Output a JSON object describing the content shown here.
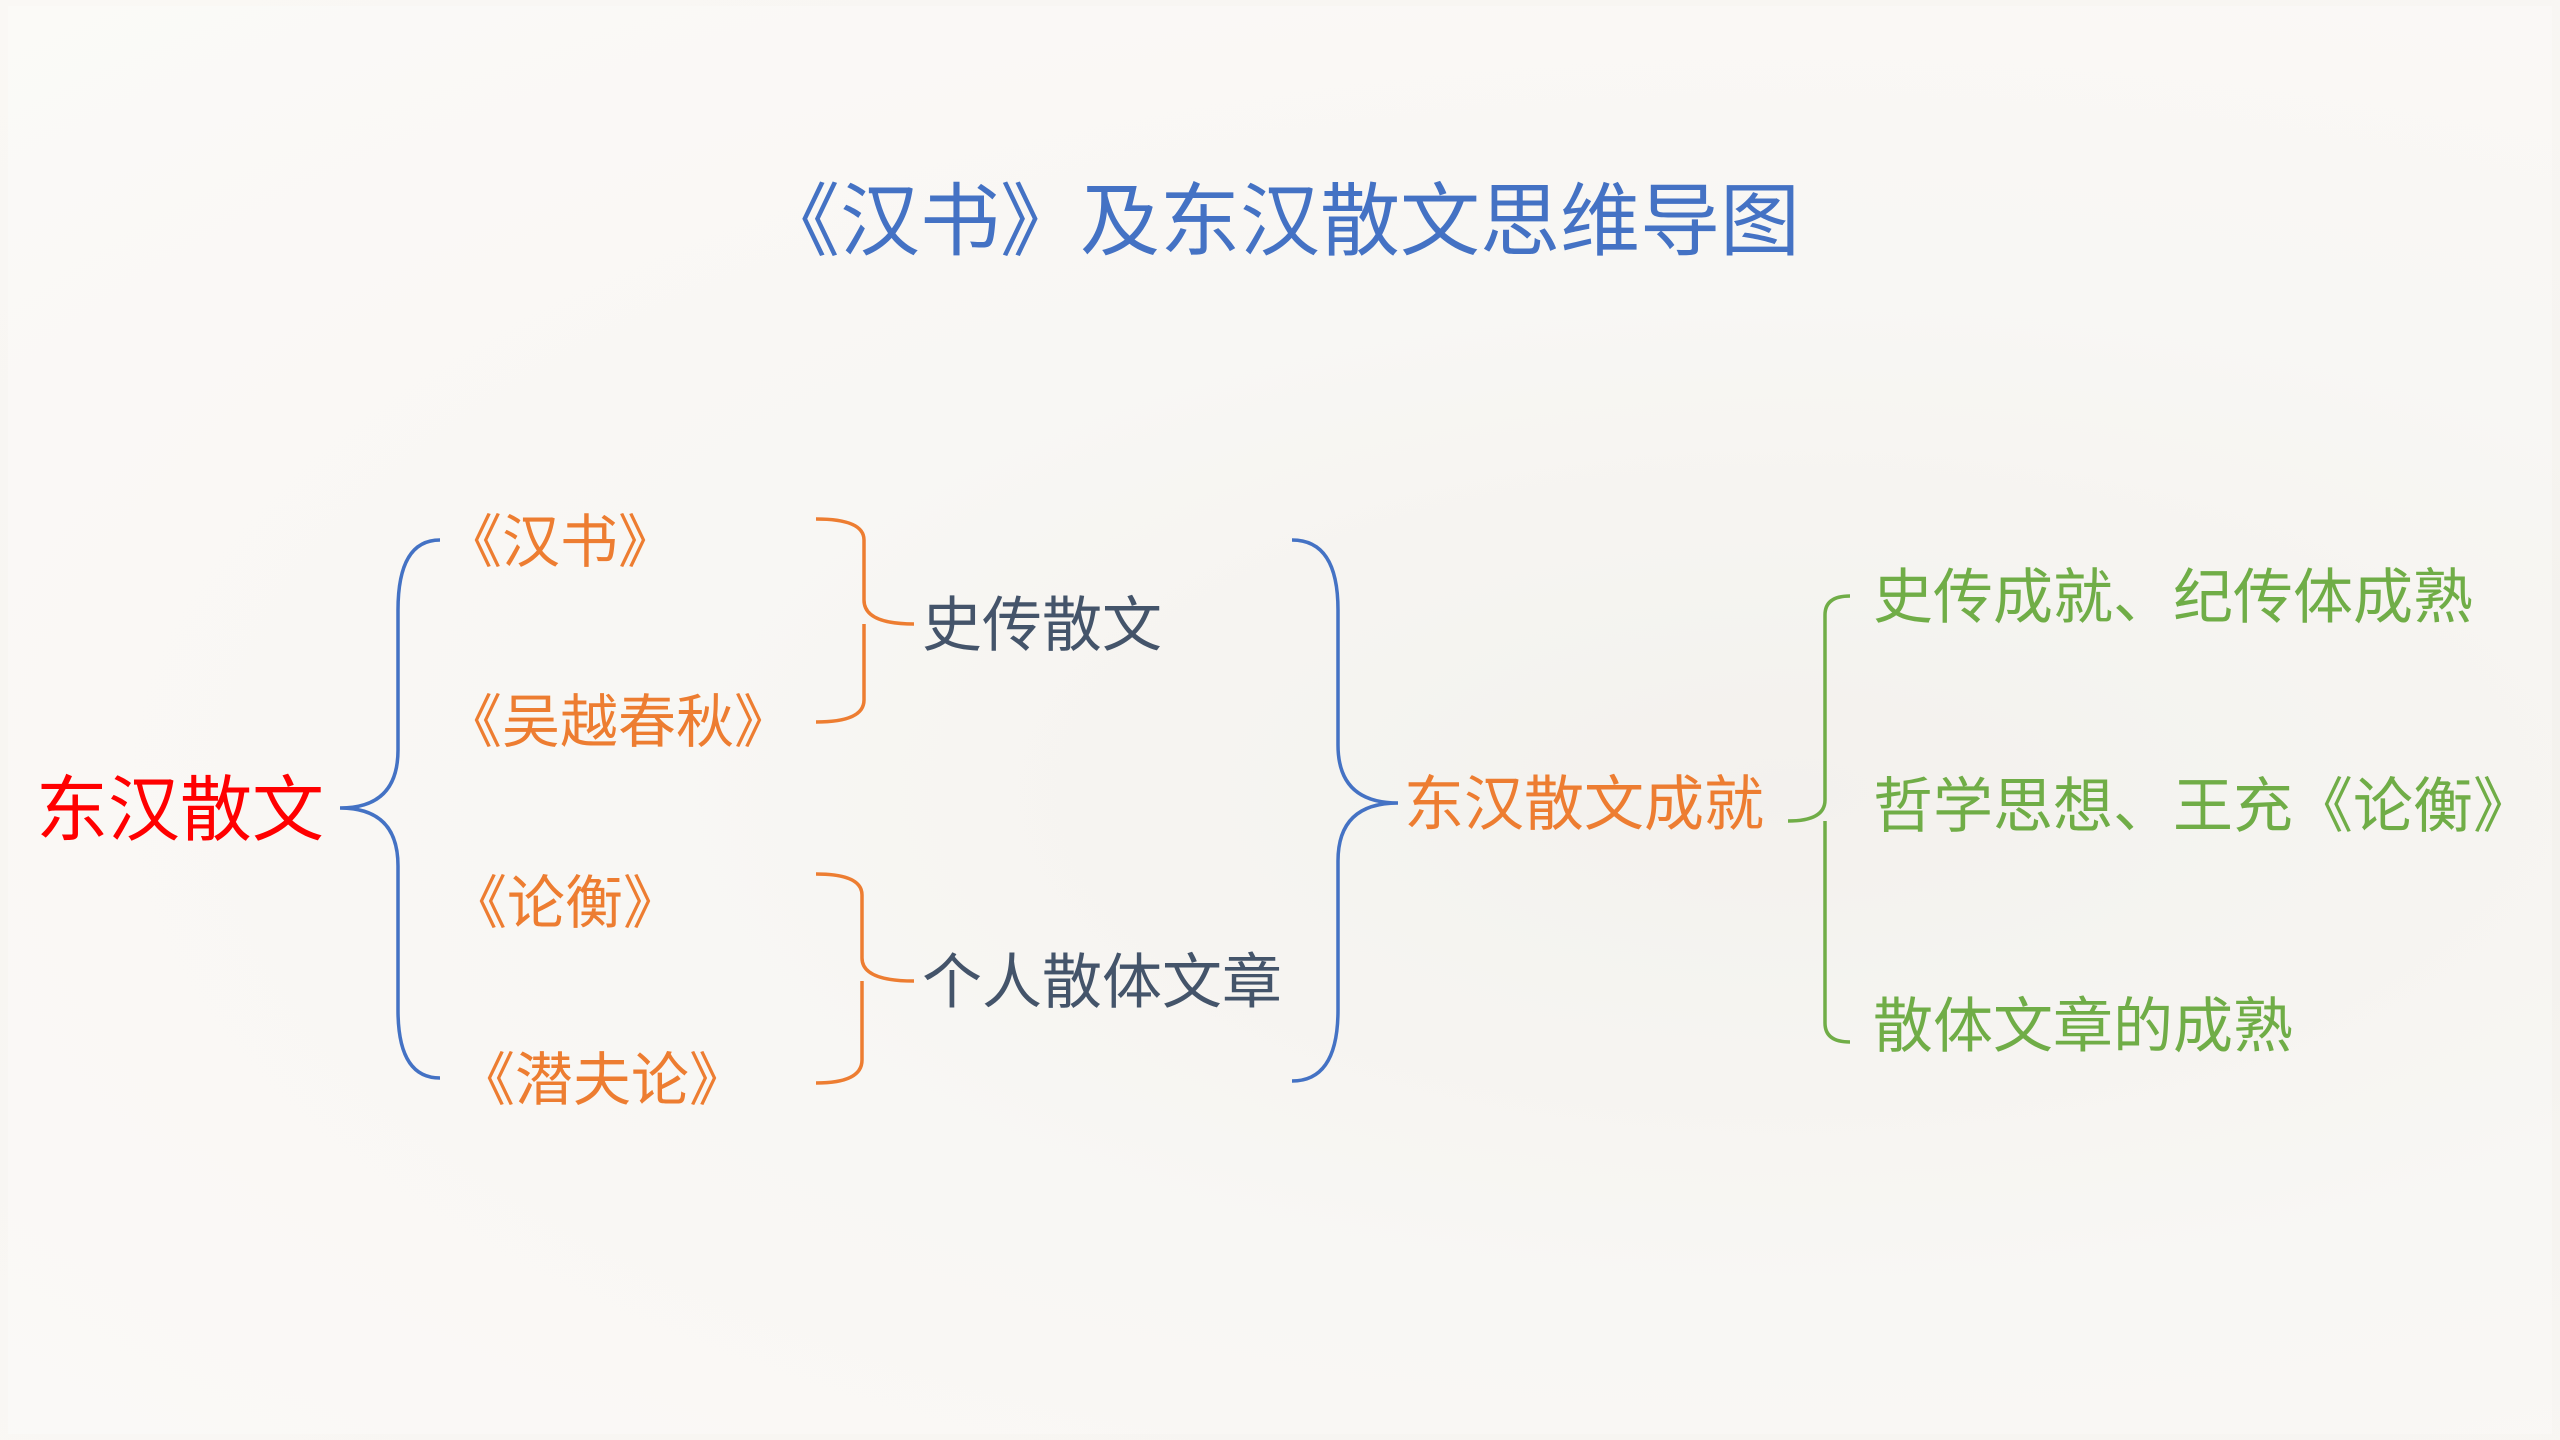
{
  "title": "《汉书》及东汉散文思维导图",
  "root": "东汉散文",
  "works": [
    "《汉书》",
    "《吴越春秋》",
    "《论衡》",
    "《潜夫论》"
  ],
  "categories": [
    "史传散文",
    "个人散体文章"
  ],
  "achievement": "东汉散文成就",
  "achievement_items": [
    "史传成就、纪传体成熟",
    "哲学思想、王充《论衡》",
    "散体文章的成熟"
  ],
  "colors": {
    "title": "#4472C4",
    "root": "#FF0000",
    "works": "#ED7D31",
    "categories": "#44546A",
    "achievement": "#ED7D31",
    "items": "#70AD47"
  }
}
